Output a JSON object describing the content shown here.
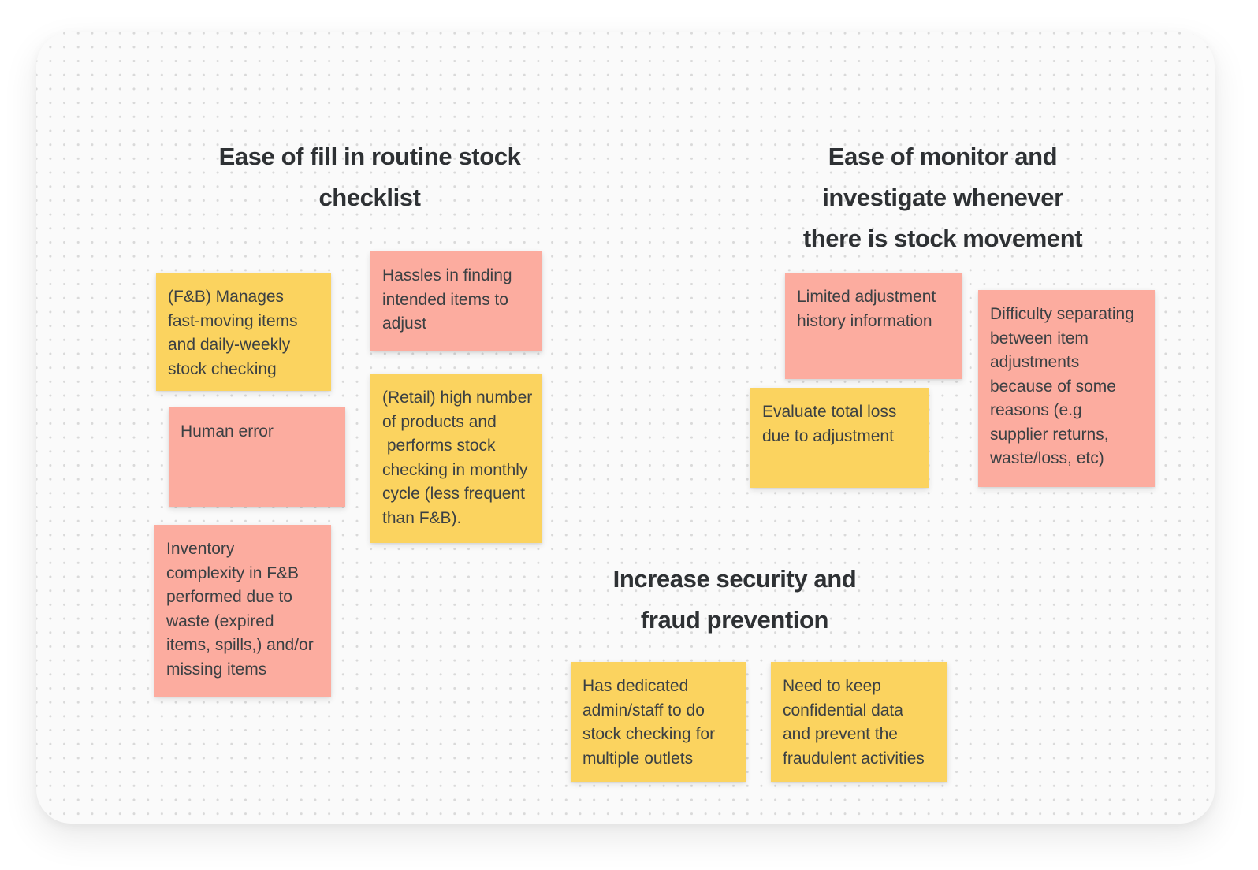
{
  "board": {
    "background_color": "#FAFAFA",
    "dot_grid_color": "#D9D9D9",
    "palette": {
      "sticky_yellow": "#FBD35F",
      "sticky_pink": "#FCAC9F",
      "heading_text": "#2E3134",
      "note_text": "#3B4043"
    },
    "groups": [
      {
        "id": "routine-stock-checklist",
        "title": "Ease of fill in routine stock\nchecklist",
        "notes": [
          {
            "color": "yellow",
            "text": "(F&B) Manages\nfast-moving items\nand daily-weekly\nstock checking"
          },
          {
            "color": "pink",
            "text": "Hassles in finding\nintended items to\nadjust"
          },
          {
            "color": "yellow",
            "text": "(Retail) high number\nof products and\n performs stock\nchecking in monthly\ncycle (less frequent\nthan F&B)."
          },
          {
            "color": "pink",
            "text": "Human error"
          },
          {
            "color": "pink",
            "text": "Inventory\ncomplexity in F&B\nperformed due to\nwaste (expired\nitems, spills,) and/or\nmissing items"
          }
        ]
      },
      {
        "id": "monitor-investigate-stock-movement",
        "title": "Ease of monitor and\ninvestigate whenever\nthere is stock movement",
        "notes": [
          {
            "color": "pink",
            "text": "Limited adjustment\nhistory information"
          },
          {
            "color": "pink",
            "text": "Difficulty separating\nbetween item\nadjustments\nbecause of some\nreasons (e.g\nsupplier returns,\nwaste/loss, etc)"
          },
          {
            "color": "yellow",
            "text": "Evaluate total loss\ndue to adjustment"
          }
        ]
      },
      {
        "id": "security-fraud-prevention",
        "title": "Increase security and\nfraud prevention",
        "notes": [
          {
            "color": "yellow",
            "text": "Has dedicated\nadmin/staff to do\nstock checking for\nmultiple outlets"
          },
          {
            "color": "yellow",
            "text": "Need to keep\nconfidential data\nand prevent the\nfraudulent activities"
          }
        ]
      }
    ]
  }
}
